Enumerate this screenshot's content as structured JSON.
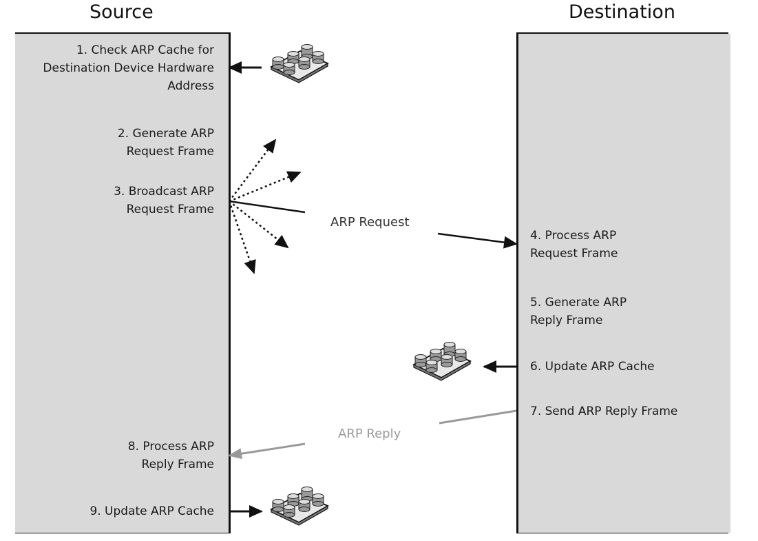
{
  "lanes": {
    "source": "Source",
    "destination": "Destination"
  },
  "source_steps": {
    "step1": [
      "1. Check ARP Cache for",
      "Destination Device Hardware",
      "Address"
    ],
    "step2": [
      "2. Generate ARP",
      "Request Frame"
    ],
    "step3": [
      "3. Broadcast ARP",
      "Request Frame"
    ],
    "step8": [
      "8. Process ARP",
      "Reply Frame"
    ],
    "step9": [
      "9. Update ARP Cache"
    ]
  },
  "destination_steps": {
    "step4": [
      "4. Process ARP",
      "Request Frame"
    ],
    "step5": [
      "5. Generate ARP",
      "Reply Frame"
    ],
    "step6": [
      "6. Update ARP Cache"
    ],
    "step7": [
      "7. Send ARP Reply Frame"
    ]
  },
  "messages": {
    "request": "ARP Request",
    "reply": "ARP Reply"
  },
  "colors": {
    "panel": "#d9d9d9",
    "line": "#111111",
    "reply": "#999999"
  },
  "icons": {
    "cache": "arp-cache-icon"
  }
}
